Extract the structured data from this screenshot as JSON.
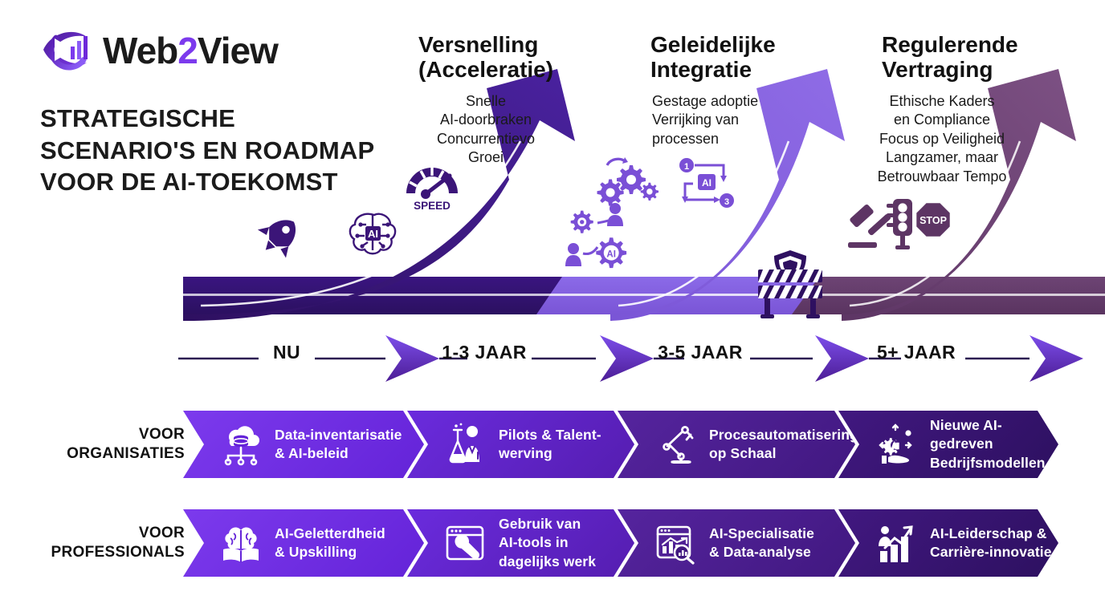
{
  "brand": {
    "name_part1": "Web",
    "name_accent": "2",
    "name_part2": "View",
    "logo_icon": "eye-play-chart-logo",
    "accent_color": "#7c3aed",
    "dark_color": "#3b1b7a"
  },
  "page_title": "STRATEGISCHE SCENARIO'S EN ROADMAP VOOR DE AI-TOEKOMST",
  "phases": [
    {
      "id": "versnelling",
      "heading": "Versnelling\n(Acceleratie)",
      "bullets": "Snelle\nAI-doorbraken\nConcurrentievo\nGroei",
      "bullet_lines": [
        "Snelle",
        "AI-doorbraken",
        "Concurrentievo",
        "Groei"
      ],
      "arrow_color": "#3b1578",
      "icons": [
        "rocket-icon",
        "ai-brain-icon",
        "speedometer-icon"
      ],
      "speedometer_label": "SPEED"
    },
    {
      "id": "geleidelijke-integratie",
      "heading": "Geleidelijke\nIntegratie",
      "bullets": "Gestage adoptie\nVerrijking van\nprocessen",
      "bullet_lines": [
        "Gestage adoptie",
        "Verrijking van",
        "processen"
      ],
      "arrow_color": "#7a4fd6",
      "icons": [
        "gears-icon",
        "ai-workflow-icon",
        "people-ai-collaboration-icon",
        "roadblock-shield-icon"
      ],
      "workflow_steps": [
        "1",
        "AI",
        "3"
      ]
    },
    {
      "id": "regulerende-vertraging",
      "heading": "Regulerende\nVertraging",
      "bullets": "Ethische Kaders\nen Compliance\nFocus op Veiligheid\nLangzamer, maar\nBetrouwbaar Tempo",
      "bullet_lines": [
        "Ethische Kaders",
        "en Compliance",
        "Focus op Veiligheid",
        "Langzamer, maar",
        "Betrouwbaar Tempo"
      ],
      "arrow_color": "#6b4072",
      "icons": [
        "gavel-icon",
        "traffic-light-icon",
        "stop-sign-icon"
      ],
      "stop_sign_label": "STOP"
    }
  ],
  "timeline": {
    "labels": [
      "NU",
      "1-3 JAAR",
      "3-5 JAAR",
      "5+ JAAR"
    ],
    "arrow_icon": "chevron-right-arrow-icon",
    "line_color": "#2b1a52",
    "arrow_color": "#6d28d9"
  },
  "rows": [
    {
      "id": "organisaties",
      "label_line1": "VOOR",
      "label_line2": "ORGANISATIES",
      "items": [
        {
          "icon": "cloud-database-icon",
          "text_line1": "Data-inventarisatie",
          "text_line2": "& AI-beleid",
          "color": "#6d28d9"
        },
        {
          "icon": "flask-scientist-icon",
          "text_line1": "Pilots & Talent-",
          "text_line2": "werving",
          "color": "#5b21b6"
        },
        {
          "icon": "robot-arm-icon",
          "text_line1": "Procesautomatisering",
          "text_line2": "op Schaal",
          "color": "#4c1d95"
        },
        {
          "icon": "hand-ai-gear-icon",
          "text_line1": "Nieuwe AI-gedreven",
          "text_line2": "Bedrijfsmodellen",
          "color": "#3b1470"
        }
      ]
    },
    {
      "id": "professionals",
      "label_line1": "VOOR",
      "label_line2": "PROFESSIONALS",
      "items": [
        {
          "icon": "brain-book-icon",
          "text_line1": "AI-Geletterdheid",
          "text_line2": "& Upskilling",
          "text_line3": "",
          "color": "#6d28d9"
        },
        {
          "icon": "browser-wrench-icon",
          "text_line1": "Gebruik van",
          "text_line2": "AI-tools in",
          "text_line3": "dagelijks werk",
          "color": "#5b21b6"
        },
        {
          "icon": "chart-magnifier-icon",
          "text_line1": "AI-Specialisatie",
          "text_line2": "& Data-analyse",
          "text_line3": "",
          "color": "#4c1d95"
        },
        {
          "icon": "growth-career-icon",
          "text_line1": "AI-Leiderschap &",
          "text_line2": "Carrière-innovatie",
          "text_line3": "",
          "color": "#3b1470"
        }
      ]
    }
  ],
  "road": {
    "segments": [
      {
        "name": "road-segment-now",
        "color": "#3b1578"
      },
      {
        "name": "road-segment-mid",
        "color": "#8561e0"
      },
      {
        "name": "road-segment-late",
        "color": "#6b4072"
      }
    ]
  }
}
